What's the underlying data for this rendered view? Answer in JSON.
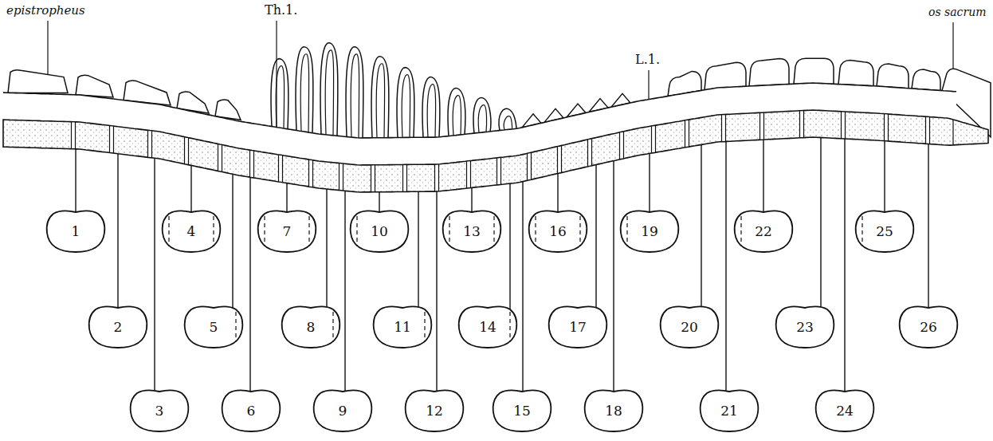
{
  "diagram": {
    "nodes": [
      {
        "text": [
          "1"
        ]
      },
      {
        "text": [
          "2"
        ]
      },
      {
        "text": [
          "3"
        ]
      },
      {
        "text": [
          "4"
        ]
      },
      {
        "text": [
          "5"
        ]
      },
      {
        "text": [
          "6"
        ]
      },
      {
        "text": [
          "7"
        ]
      },
      {
        "text": [
          "8"
        ]
      },
      {
        "text": [
          "9"
        ]
      },
      {
        "text": [
          "10"
        ]
      },
      {
        "text": [
          "11"
        ]
      },
      {
        "text": [
          "12"
        ]
      },
      {
        "text": [
          "13"
        ]
      },
      {
        "text": [
          "14"
        ]
      },
      {
        "text": [
          "15"
        ]
      },
      {
        "text": [
          "16"
        ]
      },
      {
        "text": [
          "17"
        ]
      },
      {
        "text": [
          "18"
        ]
      },
      {
        "text": [
          "19"
        ]
      },
      {
        "text": [
          "20"
        ]
      },
      {
        "text": [
          "21"
        ]
      },
      {
        "text": [
          "22"
        ]
      },
      {
        "text": [
          "23"
        ]
      },
      {
        "text": [
          "24"
        ]
      },
      {
        "text": [
          "25"
        ]
      },
      {
        "text": [
          "26"
        ]
      }
    ],
    "labels": [
      "epistropheus",
      "Th.1.",
      "L.1.",
      "os sacrum"
    ]
  }
}
